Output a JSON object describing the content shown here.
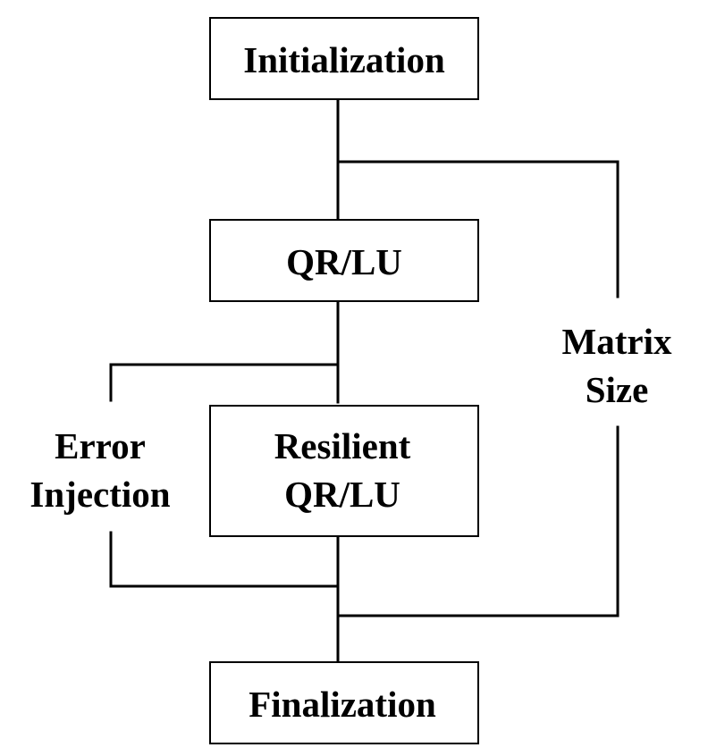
{
  "nodes": {
    "initialization": {
      "label": "Initialization"
    },
    "qrlu": {
      "label": "QR/LU"
    },
    "resilient": {
      "line1": "Resilient",
      "line2": "QR/LU"
    },
    "finalization": {
      "label": "Finalization"
    }
  },
  "loops": {
    "error_injection": {
      "line1": "Error",
      "line2": "Injection"
    },
    "matrix_size": {
      "line1": "Matrix",
      "line2": "Size"
    }
  },
  "colors": {
    "stroke": "#000000",
    "background": "#ffffff"
  }
}
